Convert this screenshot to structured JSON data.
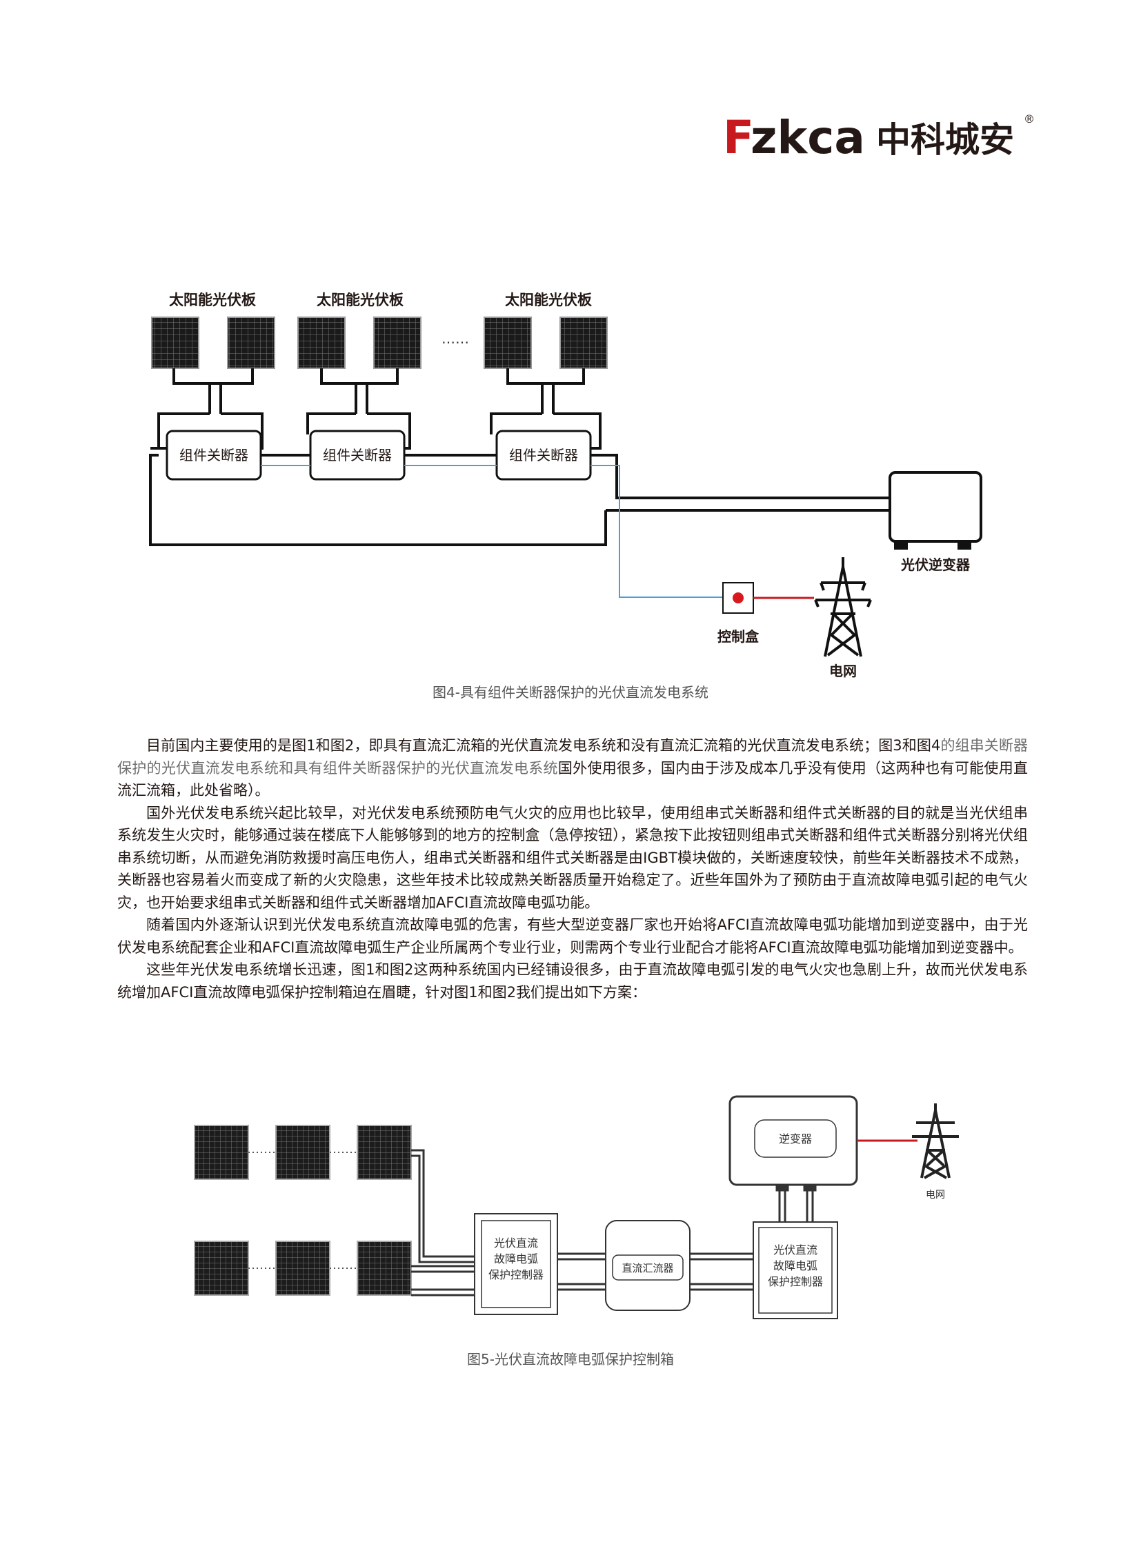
{
  "brand": {
    "latin_prefix": "F",
    "latin_rest": "zkca",
    "chinese": "中科城安",
    "registered_mark": "®",
    "colors": {
      "prefix": "#c8191e",
      "text": "#231815"
    }
  },
  "figure4": {
    "panel_labels": [
      "太阳能光伏板",
      "太阳能光伏板",
      "太阳能光伏板"
    ],
    "ellipsis": "……",
    "shutdown_labels": [
      "组件关断器",
      "组件关断器",
      "组件关断器"
    ],
    "inverter_label": "光伏逆变器",
    "control_box_label": "控制盒",
    "grid_label": "电网",
    "caption": "图4-具有组件关断器保护的光伏直流发电系统",
    "colors": {
      "signal_line": "#4a9fd5",
      "grid_line": "#c8191e",
      "button": "#d7191e"
    }
  },
  "paragraphs": [
    {
      "segments": [
        {
          "text": "目前国内主要使用的是图1和图2，即具有直流汇流箱的光伏直流发电系统和没有直流汇流箱的光伏直流发电系统；图3和图4",
          "hl": false
        },
        {
          "text": "的组串关断器保护的光伏直流发电系统和具有组件关断器保护的光伏直流发电系统",
          "hl": true
        },
        {
          "text": "国外使用很多，国内由于涉及成本几乎没有使用（这两种也有可能使用直流汇流箱，此处省略）。",
          "hl": false
        }
      ]
    },
    {
      "segments": [
        {
          "text": "国外光伏发电系统兴起比较早，对光伏发电系统预防电气火灾的应用也比较早，使用组串式关断器和组件式关断器的目的就是当光伏组串系统发生火灾时，能够通过装在楼底下人能够够到的地方的控制盒（急停按钮），紧急按下此按钮则组串式关断器和组件式关断器分别将光伏组串系统切断，从而避免消防救援时高压电伤人，组串式关断器和组件式关断器是由IGBT模块做的，关断速度较快，前些年关断器技术不成熟，关断器也容易着火而变成了新的火灾隐患，这些年技术比较成熟关断器质量开始稳定了。近些年国外为了预防由于直流故障电弧引起的电气火灾，也开始要求组串式关断器和组件式关断器增加AFCI直流故障电弧功能。",
          "hl": false
        }
      ]
    },
    {
      "segments": [
        {
          "text": "随着国内外逐渐认识到光伏发电系统直流故障电弧的危害，有些大型逆变器厂家也开始将AFCI直流故障电弧功能增加到逆变器中，由于光伏发电系统配套企业和AFCI直流故障电弧生产企业所属两个专业行业，则需两个专业行业配合才能将AFCI直流故障电弧功能增加到逆变器中。",
          "hl": false
        }
      ]
    },
    {
      "segments": [
        {
          "text": "这些年光伏发电系统增长迅速，图1和图2这两种系统国内已经铺设很多，由于直流故障电弧引发的电气火灾也急剧上升，故而光伏发电系统增加AFCI直流故障电弧保护控制箱迫在眉睫，针对图1和图2我们提出如下方案：",
          "hl": false
        }
      ]
    }
  ],
  "figure5": {
    "protector_left": [
      "光伏直流",
      "故障电弧",
      "保护控制器"
    ],
    "combiner_label": "直流汇流器",
    "protector_right": [
      "光伏直流",
      "故障电弧",
      "保护控制器"
    ],
    "inverter_label": "逆变器",
    "grid_label": "电网",
    "caption": "图5-光伏直流故障电弧保护控制箱",
    "colors": {
      "grid_line": "#c8191e"
    }
  }
}
